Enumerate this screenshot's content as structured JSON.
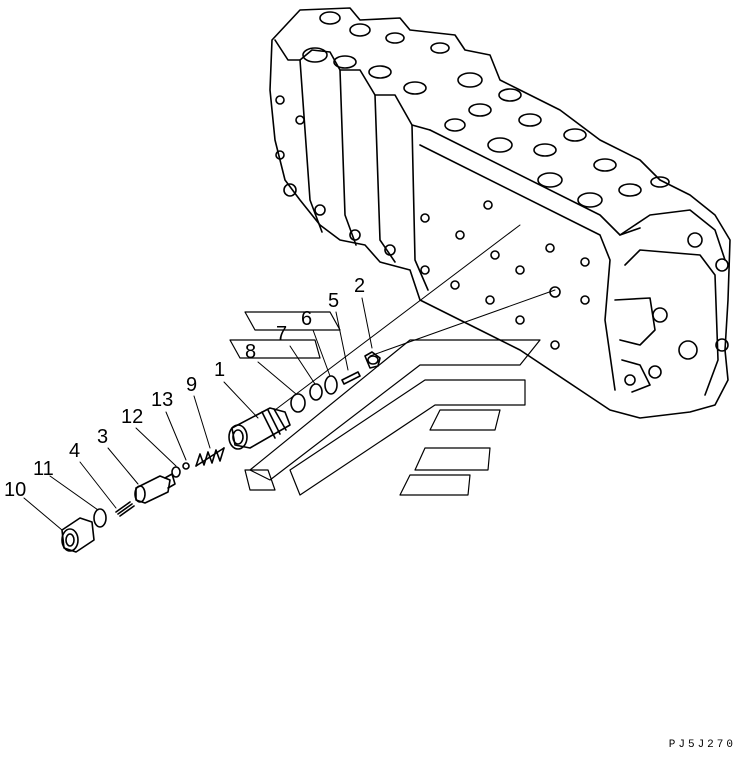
{
  "callouts": [
    {
      "id": "c1",
      "text": "1"
    },
    {
      "id": "c2",
      "text": "2"
    },
    {
      "id": "c3",
      "text": "3"
    },
    {
      "id": "c4",
      "text": "4"
    },
    {
      "id": "c5",
      "text": "5"
    },
    {
      "id": "c6",
      "text": "6"
    },
    {
      "id": "c7",
      "text": "7"
    },
    {
      "id": "c8",
      "text": "8"
    },
    {
      "id": "c9",
      "text": "9"
    },
    {
      "id": "c10",
      "text": "10"
    },
    {
      "id": "c11",
      "text": "11"
    },
    {
      "id": "c12",
      "text": "12"
    },
    {
      "id": "c13",
      "text": "13"
    }
  ],
  "drawing_code": "PJ5J270"
}
